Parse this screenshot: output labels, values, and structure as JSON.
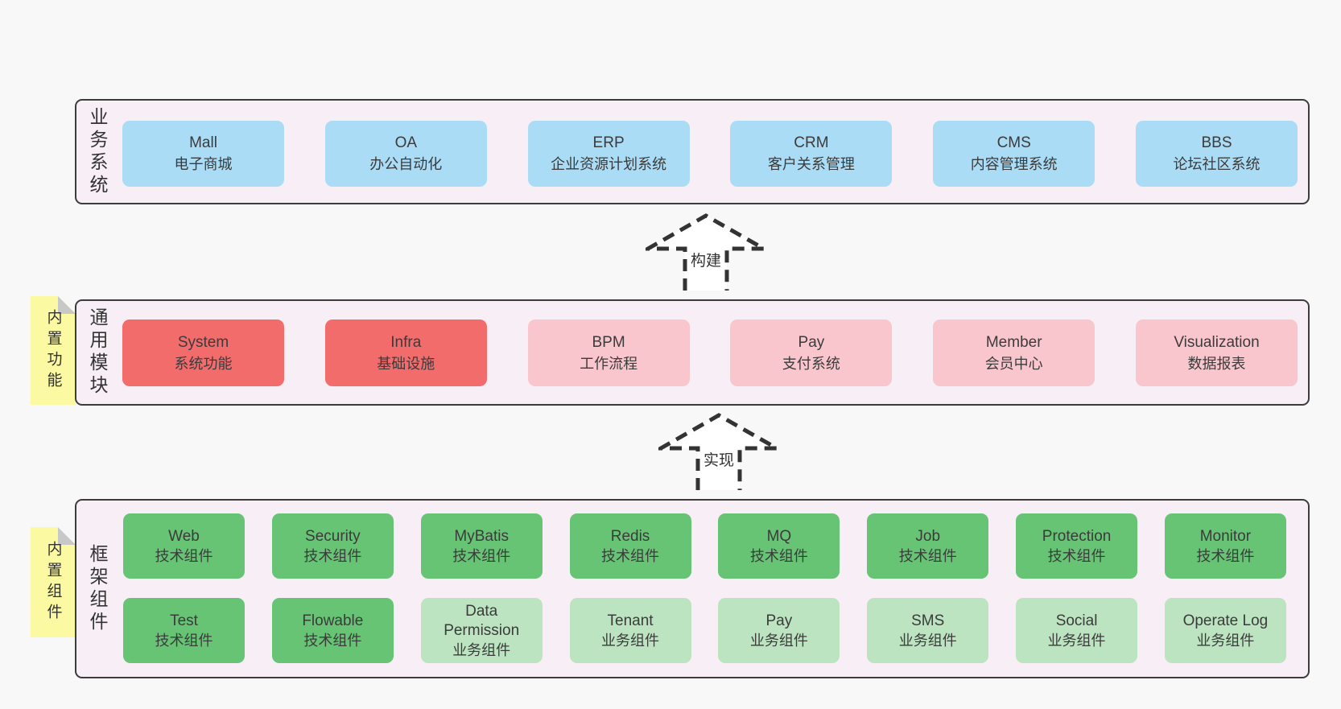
{
  "colors": {
    "page_bg": "#f8f8f8",
    "panel_bg": "#f7eef6",
    "panel_border": "#3c3c3c",
    "box_blue": "#abdcf6",
    "box_red": "#f26c6c",
    "box_pink": "#fac6ce",
    "box_green": "#67c475",
    "box_light_green": "#bce4c0",
    "sticky_yellow": "#fbf9a1",
    "sticky_fold": "#c8c8c8",
    "text": "#3b3b3b"
  },
  "business_panel": {
    "label": "业务系统",
    "boxes": [
      {
        "name": "Mall",
        "desc": "电子商城"
      },
      {
        "name": "OA",
        "desc": "办公自动化"
      },
      {
        "name": "ERP",
        "desc": "企业资源计划系统"
      },
      {
        "name": "CRM",
        "desc": "客户关系管理"
      },
      {
        "name": "CMS",
        "desc": "内容管理系统"
      },
      {
        "name": "BBS",
        "desc": "论坛社区系统"
      }
    ]
  },
  "build_arrow": {
    "label": "构建"
  },
  "modules_panel": {
    "label": "通用模块",
    "sticky": "内置功能",
    "boxes": [
      {
        "name": "System",
        "desc": "系统功能"
      },
      {
        "name": "Infra",
        "desc": "基础设施"
      },
      {
        "name": "BPM",
        "desc": "工作流程"
      },
      {
        "name": "Pay",
        "desc": "支付系统"
      },
      {
        "name": "Member",
        "desc": "会员中心"
      },
      {
        "name": "Visualization",
        "desc": "数据报表"
      }
    ]
  },
  "implement_arrow": {
    "label": "实现"
  },
  "framework_panel": {
    "label": "框架组件",
    "sticky": "内置组件",
    "row1": [
      {
        "name": "Web",
        "desc": "技术组件"
      },
      {
        "name": "Security",
        "desc": "技术组件"
      },
      {
        "name": "MyBatis",
        "desc": "技术组件"
      },
      {
        "name": "Redis",
        "desc": "技术组件"
      },
      {
        "name": "MQ",
        "desc": "技术组件"
      },
      {
        "name": "Job",
        "desc": "技术组件"
      },
      {
        "name": "Protection",
        "desc": "技术组件"
      },
      {
        "name": "Monitor",
        "desc": "技术组件"
      }
    ],
    "row2": [
      {
        "name": "Test",
        "desc": "技术组件"
      },
      {
        "name": "Flowable",
        "desc": "技术组件"
      },
      {
        "name": "Data Permission",
        "desc": "业务组件"
      },
      {
        "name": "Tenant",
        "desc": "业务组件"
      },
      {
        "name": "Pay",
        "desc": "业务组件"
      },
      {
        "name": "SMS",
        "desc": "业务组件"
      },
      {
        "name": "Social",
        "desc": "业务组件"
      },
      {
        "name": "Operate Log",
        "desc": "业务组件"
      }
    ]
  }
}
